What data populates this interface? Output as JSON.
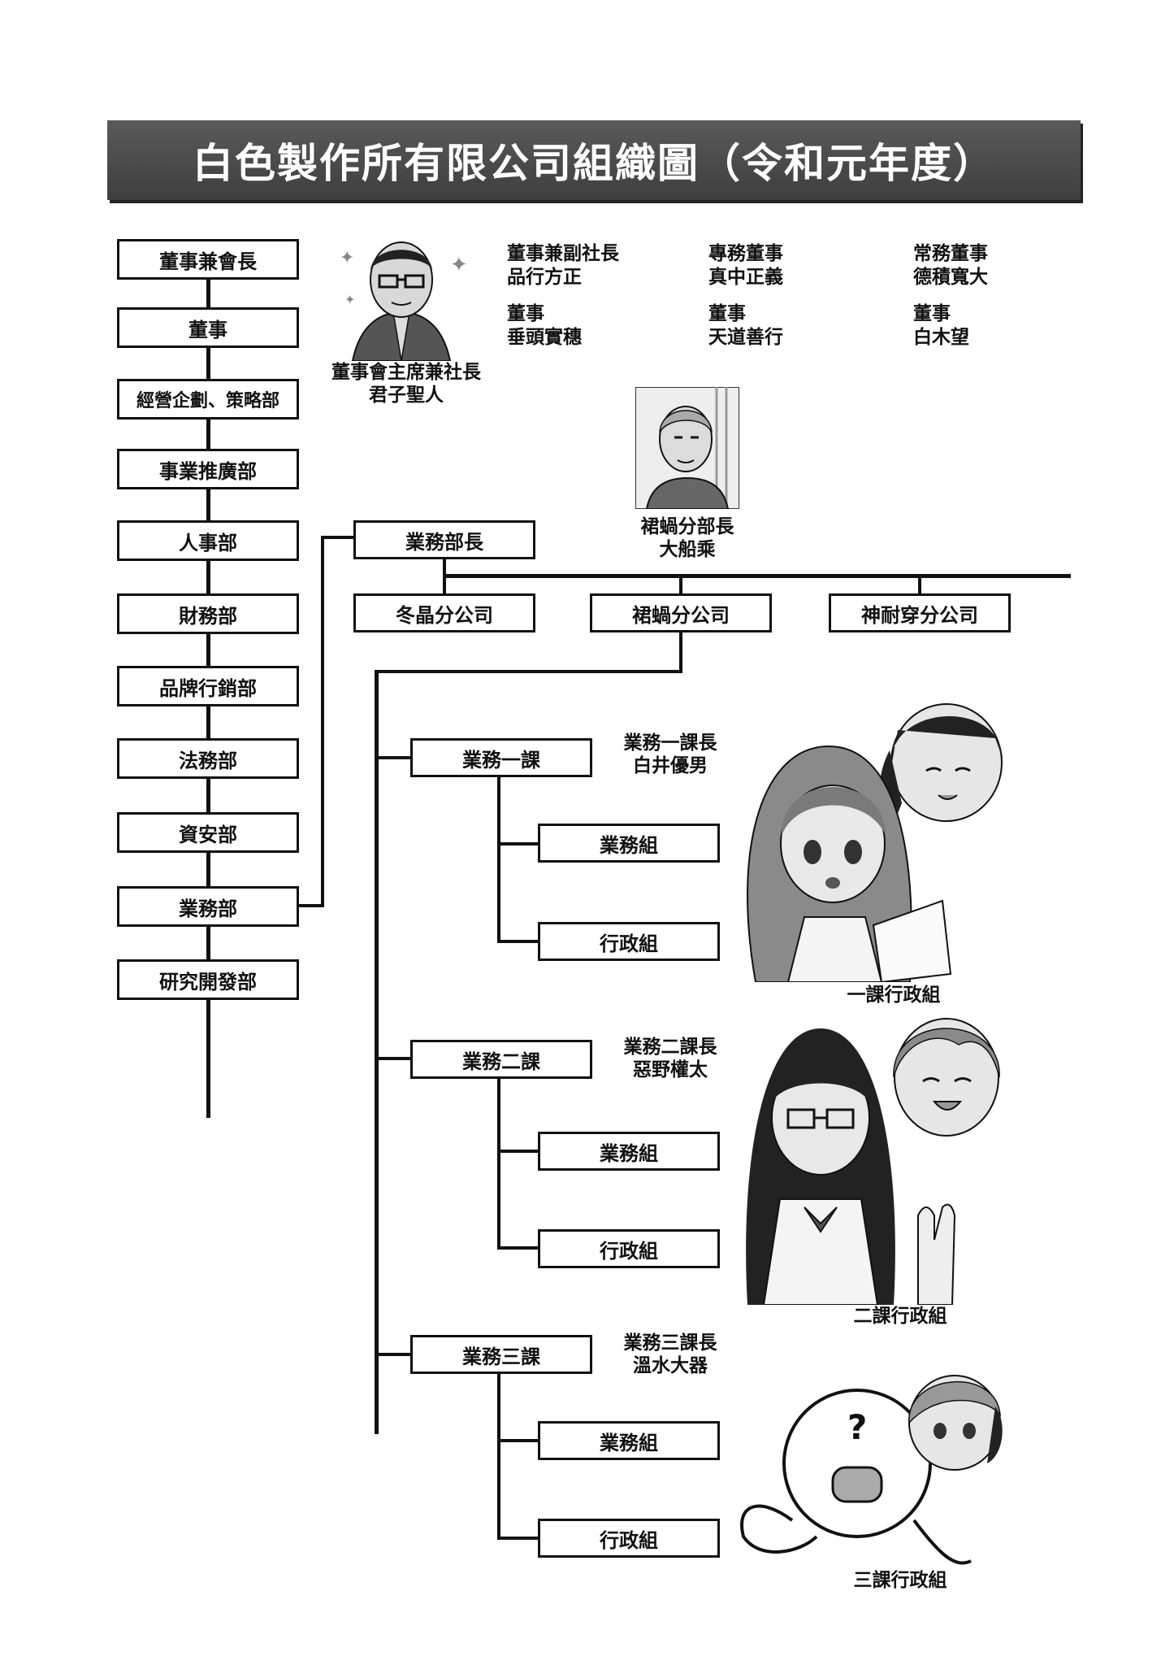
{
  "title": "白色製作所有限公司組織圖（令和元年度）",
  "left_column": [
    "董事兼會長",
    "董事",
    "經營企劃、策略部",
    "事業推廣部",
    "人事部",
    "財務部",
    "品牌行銷部",
    "法務部",
    "資安部",
    "業務部",
    "研究開發部"
  ],
  "president": {
    "role": "董事會主席兼社長",
    "name": "君子聖人"
  },
  "directors": [
    {
      "role": "董事兼副社長",
      "name": "品行方正"
    },
    {
      "role": "專務董事",
      "name": "真中正義"
    },
    {
      "role": "常務董事",
      "name": "德積寬大"
    },
    {
      "role": "董事",
      "name": "垂頭實穗"
    },
    {
      "role": "董事",
      "name": "天道善行"
    },
    {
      "role": "董事",
      "name": "白木望"
    }
  ],
  "branch_manager": {
    "role": "裙蝸分部長",
    "name": "大船乘"
  },
  "sales_head": "業務部長",
  "branches": [
    "冬晶分公司",
    "裙蝸分公司",
    "神耐穿分公司"
  ],
  "sections": [
    {
      "name": "業務一課",
      "chief_role": "業務一課長",
      "chief_name": "白井優男",
      "teams": [
        "業務組",
        "行政組"
      ],
      "caption": "一課行政組"
    },
    {
      "name": "業務二課",
      "chief_role": "業務二課長",
      "chief_name": "惡野權太",
      "teams": [
        "業務組",
        "行政組"
      ],
      "caption": "二課行政組"
    },
    {
      "name": "業務三課",
      "chief_role": "業務三課長",
      "chief_name": "溫水大器",
      "teams": [
        "業務組",
        "行政組"
      ],
      "caption": "三課行政組"
    }
  ],
  "question_mark": "?"
}
